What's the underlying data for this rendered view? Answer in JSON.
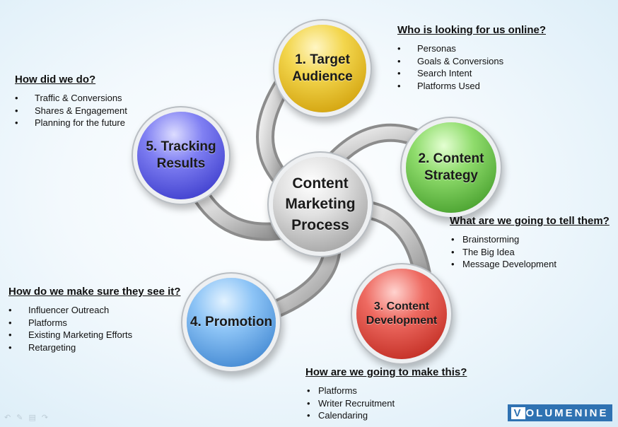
{
  "center": {
    "label": "Content\nMarketing\nProcess"
  },
  "steps": [
    {
      "id": "target",
      "label": "1. Target\nAudience",
      "color": "#e8c32f"
    },
    {
      "id": "strategy",
      "label": "2. Content\nStrategy",
      "color": "#6cc04a"
    },
    {
      "id": "development",
      "label": "3. Content\nDevelopment",
      "color": "#d9453b"
    },
    {
      "id": "promotion",
      "label": "4. Promotion",
      "color": "#5fa3e6"
    },
    {
      "id": "tracking",
      "label": "5. Tracking\nResults",
      "color": "#5a5ae0"
    }
  ],
  "questions": {
    "who": {
      "heading": "Who is looking for us online?",
      "items": [
        "Personas",
        "Goals & Conversions",
        "Search Intent",
        "Platforms Used"
      ]
    },
    "how_did": {
      "heading": "How did we do?",
      "items": [
        "Traffic & Conversions",
        "Shares & Engagement",
        "Planning for the future"
      ]
    },
    "what": {
      "heading": "What are we going to tell them?",
      "items": [
        "Brainstorming",
        "The Big Idea",
        "Message Development"
      ]
    },
    "make_sure": {
      "heading": "How do we make sure they see it?",
      "items": [
        "Influencer Outreach",
        "Platforms",
        "Existing Marketing Efforts",
        "Retargeting"
      ]
    },
    "make_this": {
      "heading": "How are we going to make this?",
      "items": [
        "Platforms",
        "Writer Recruitment",
        "Calendaring"
      ]
    }
  },
  "logo": {
    "first": "V",
    "second": "O",
    "rest": "LUMENINE"
  },
  "toolbar": {
    "icons": [
      "back-arrow-icon",
      "pen-icon",
      "slides-icon",
      "forward-arrow-icon"
    ]
  }
}
